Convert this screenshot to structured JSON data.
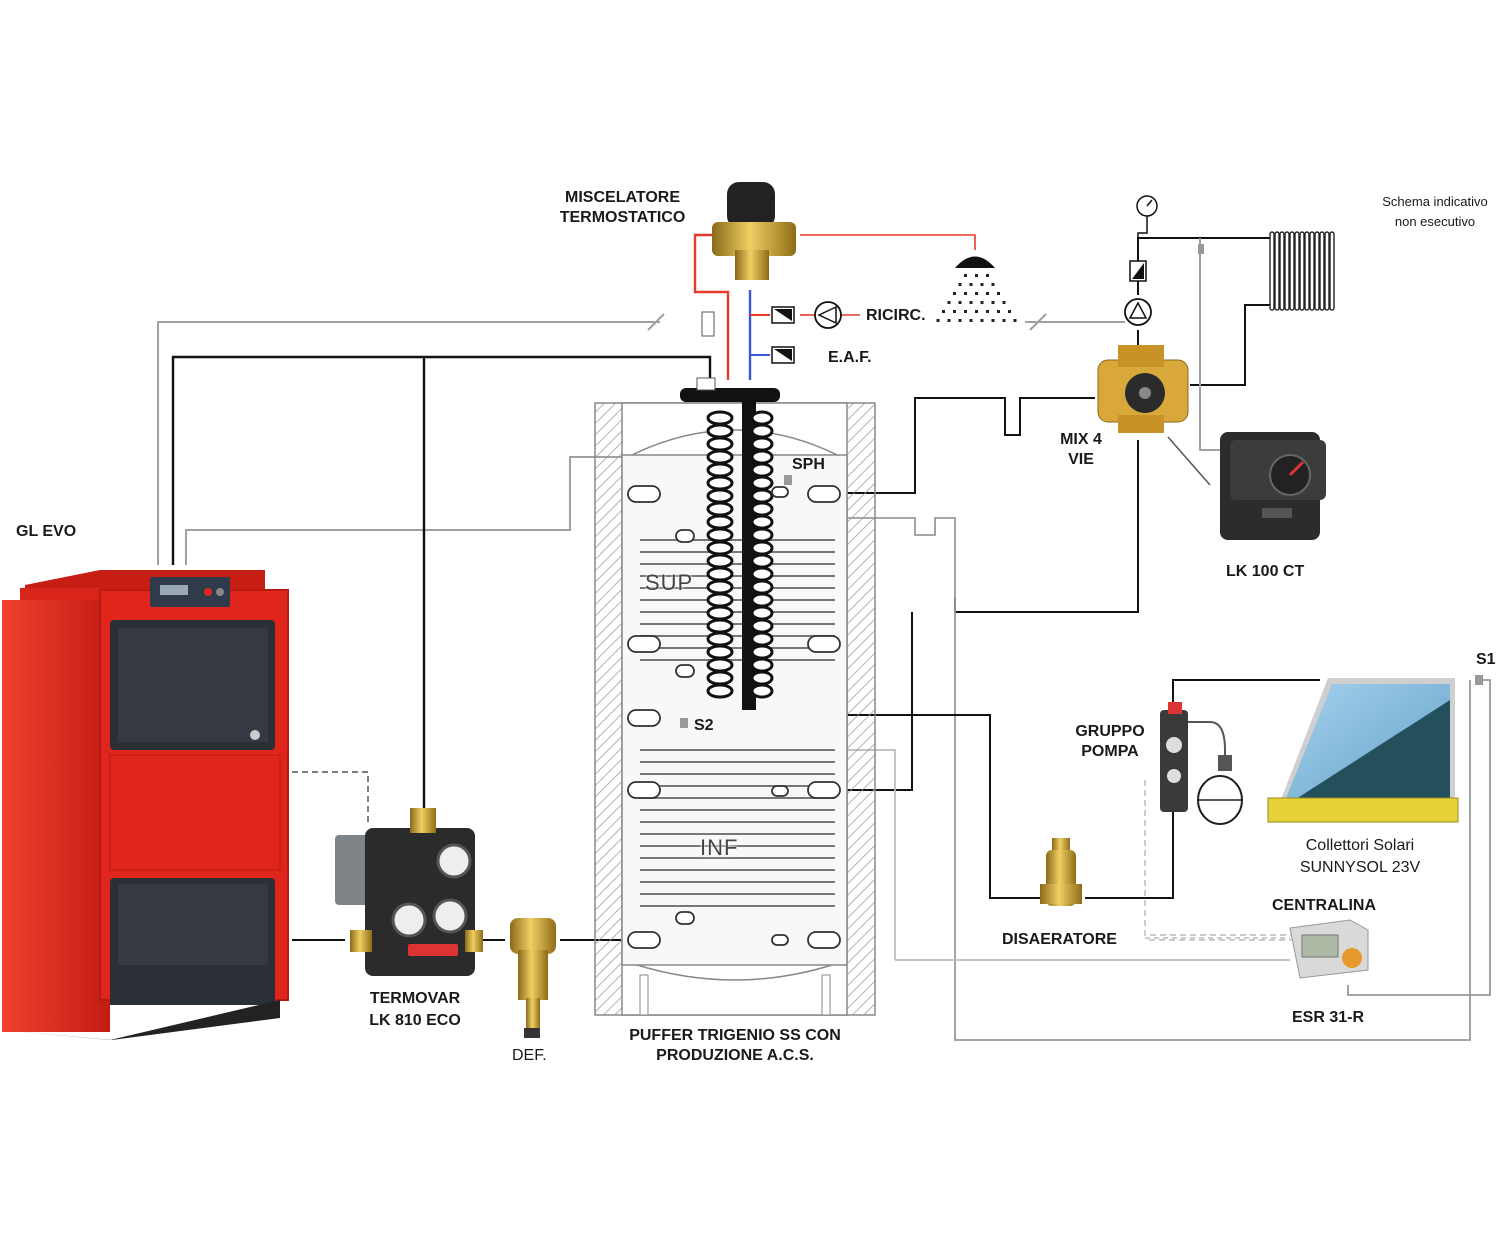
{
  "labels": {
    "miscelatore": "MISCELATORE\nTERMOSTATICO",
    "ricirc": "RICIRC.",
    "eaf": "E.A.F.",
    "schema": "Schema indicativo\nnon esecutivo",
    "gl_evo": "GL EVO",
    "sph": "SPH",
    "sup": "SUP",
    "inf": "INF",
    "s2": "S2",
    "s1": "S1",
    "mix4": "MIX 4\nVIE",
    "lk100": "LK 100 CT",
    "gruppo": "GRUPPO\nPOMPA",
    "collettori": "Collettori Solari\nSUNNYSOL 23V",
    "centralina": "CENTRALINA",
    "esr": "ESR 31-R",
    "disaeratore": "DISAERATORE",
    "termovar": "TERMOVAR\nLK 810 ECO",
    "def": "DEF.",
    "puffer": "PUFFER TRIGENIO SS CON\nPRODUZIONE A.C.S."
  },
  "colors": {
    "boiler_red": "#e0261c",
    "boiler_dark": "#2b2f36",
    "brass": "#c9a437",
    "hot_pipe": "#e53b2b",
    "cold_pipe": "#3a56d6",
    "pipe": "#111111",
    "thin_pipe": "#9a9a9a",
    "solar_blue": "#7fb7d9",
    "solar_dark": "#23505a",
    "valve_brass": "#d8a83a"
  },
  "icons": [
    "shower-icon",
    "pump-icon",
    "check-valve-icon",
    "radiator-icon",
    "thermometer-icon",
    "expansion-vessel-icon"
  ]
}
